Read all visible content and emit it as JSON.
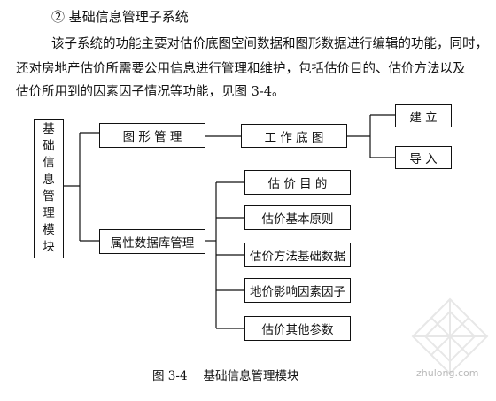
{
  "heading": "② 基础信息管理子系统",
  "paragraph": {
    "line1": "该子系统的功能主要对估价底图空间数据和图形数据进行编辑的功能，同时，",
    "line2": "还对房地产估价所需要公用信息进行管理和维护，包括估价目的、估价方法以及",
    "line3": "估价所用到的因素因子情况等功能，见图 3-4。"
  },
  "diagram": {
    "root": "基础信息管理模块",
    "graphics_mgmt": "图 形 管 理",
    "work_basemap": "工 作 底 图",
    "create": "建 立",
    "import": "导 入",
    "attribute_db": "属性数据库管理",
    "items": [
      "估 价 目 的",
      "估价基本原则",
      "估价方法基础数据",
      "地价影响因素因子",
      "估价其他参数"
    ]
  },
  "caption": {
    "number": "图 3-4",
    "title": "基础信息管理模块"
  },
  "watermark": "zhulong.com",
  "colors": {
    "line": "#111111",
    "watermark": "#b9b9b9"
  }
}
